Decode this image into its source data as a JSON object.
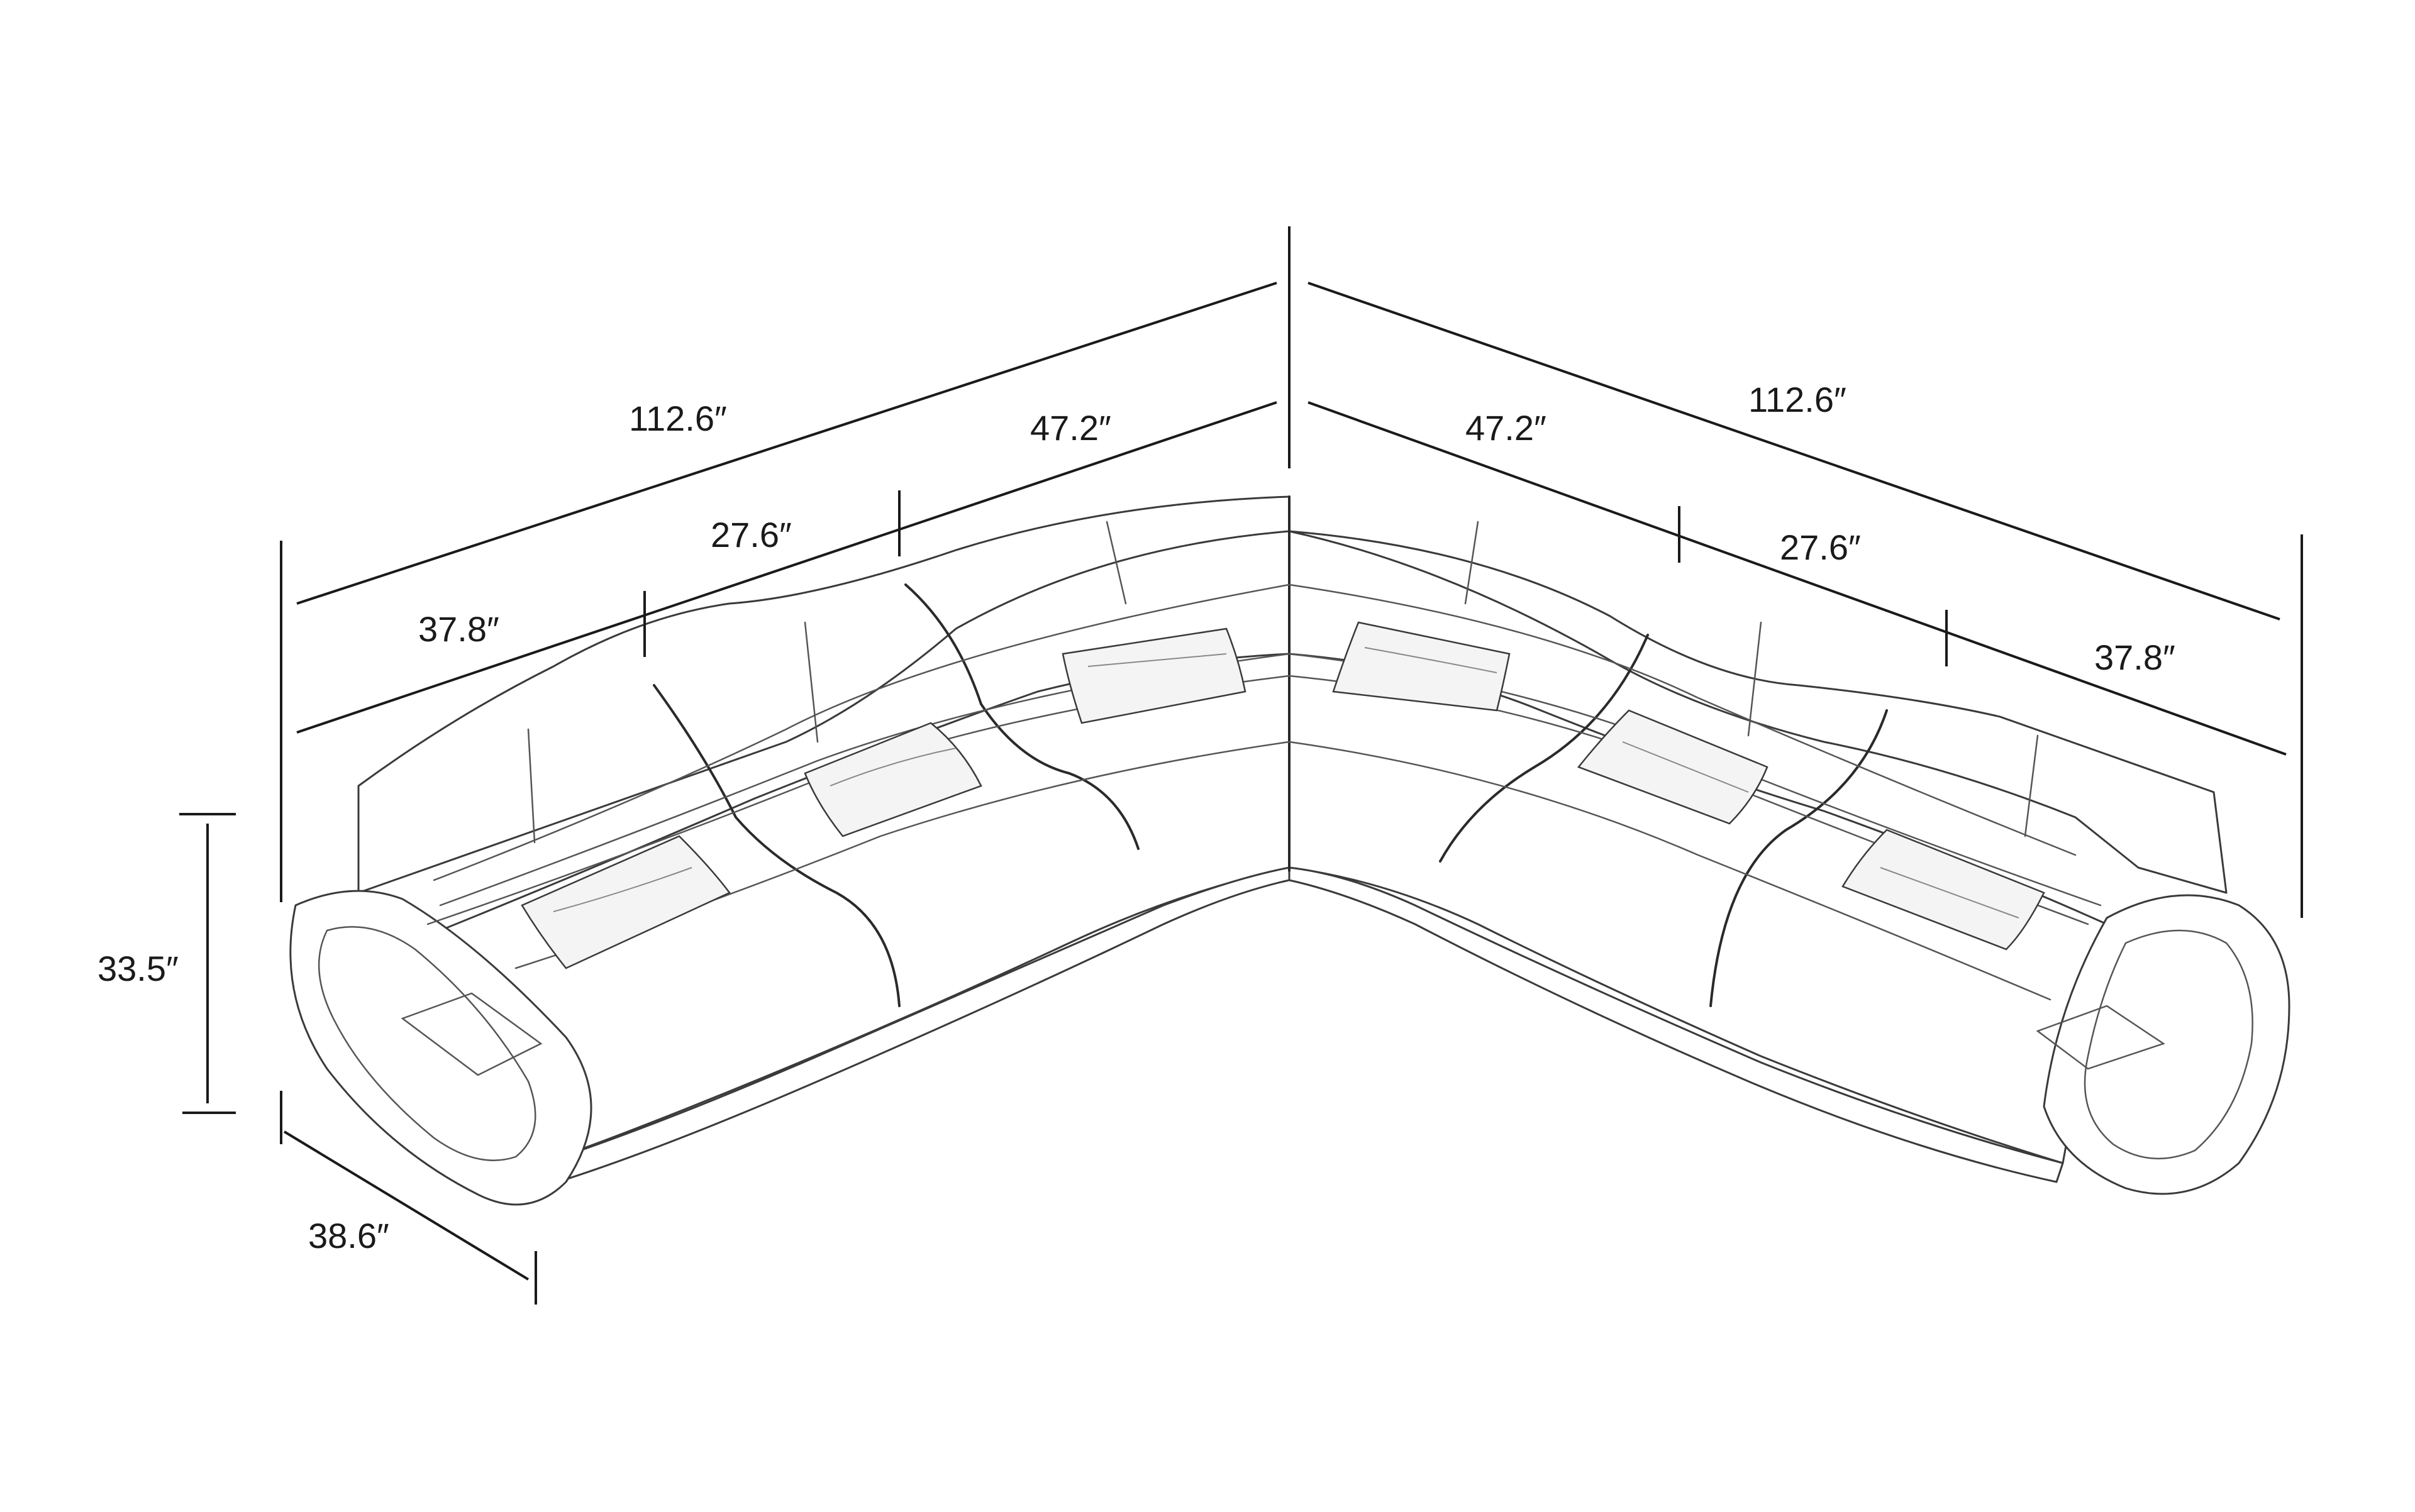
{
  "dimensions": {
    "overall_left": "112.6″",
    "overall_right": "112.6″",
    "corner_left": "47.2″",
    "corner_right": "47.2″",
    "middle_left": "27.6″",
    "middle_right": "27.6″",
    "end_left": "37.8″",
    "end_right": "37.8″",
    "height": "33.5″",
    "depth": "38.6″"
  },
  "colors": {
    "line": "#1a1a1a",
    "sofa_outline": "#3a3a3a",
    "background": "#ffffff"
  }
}
